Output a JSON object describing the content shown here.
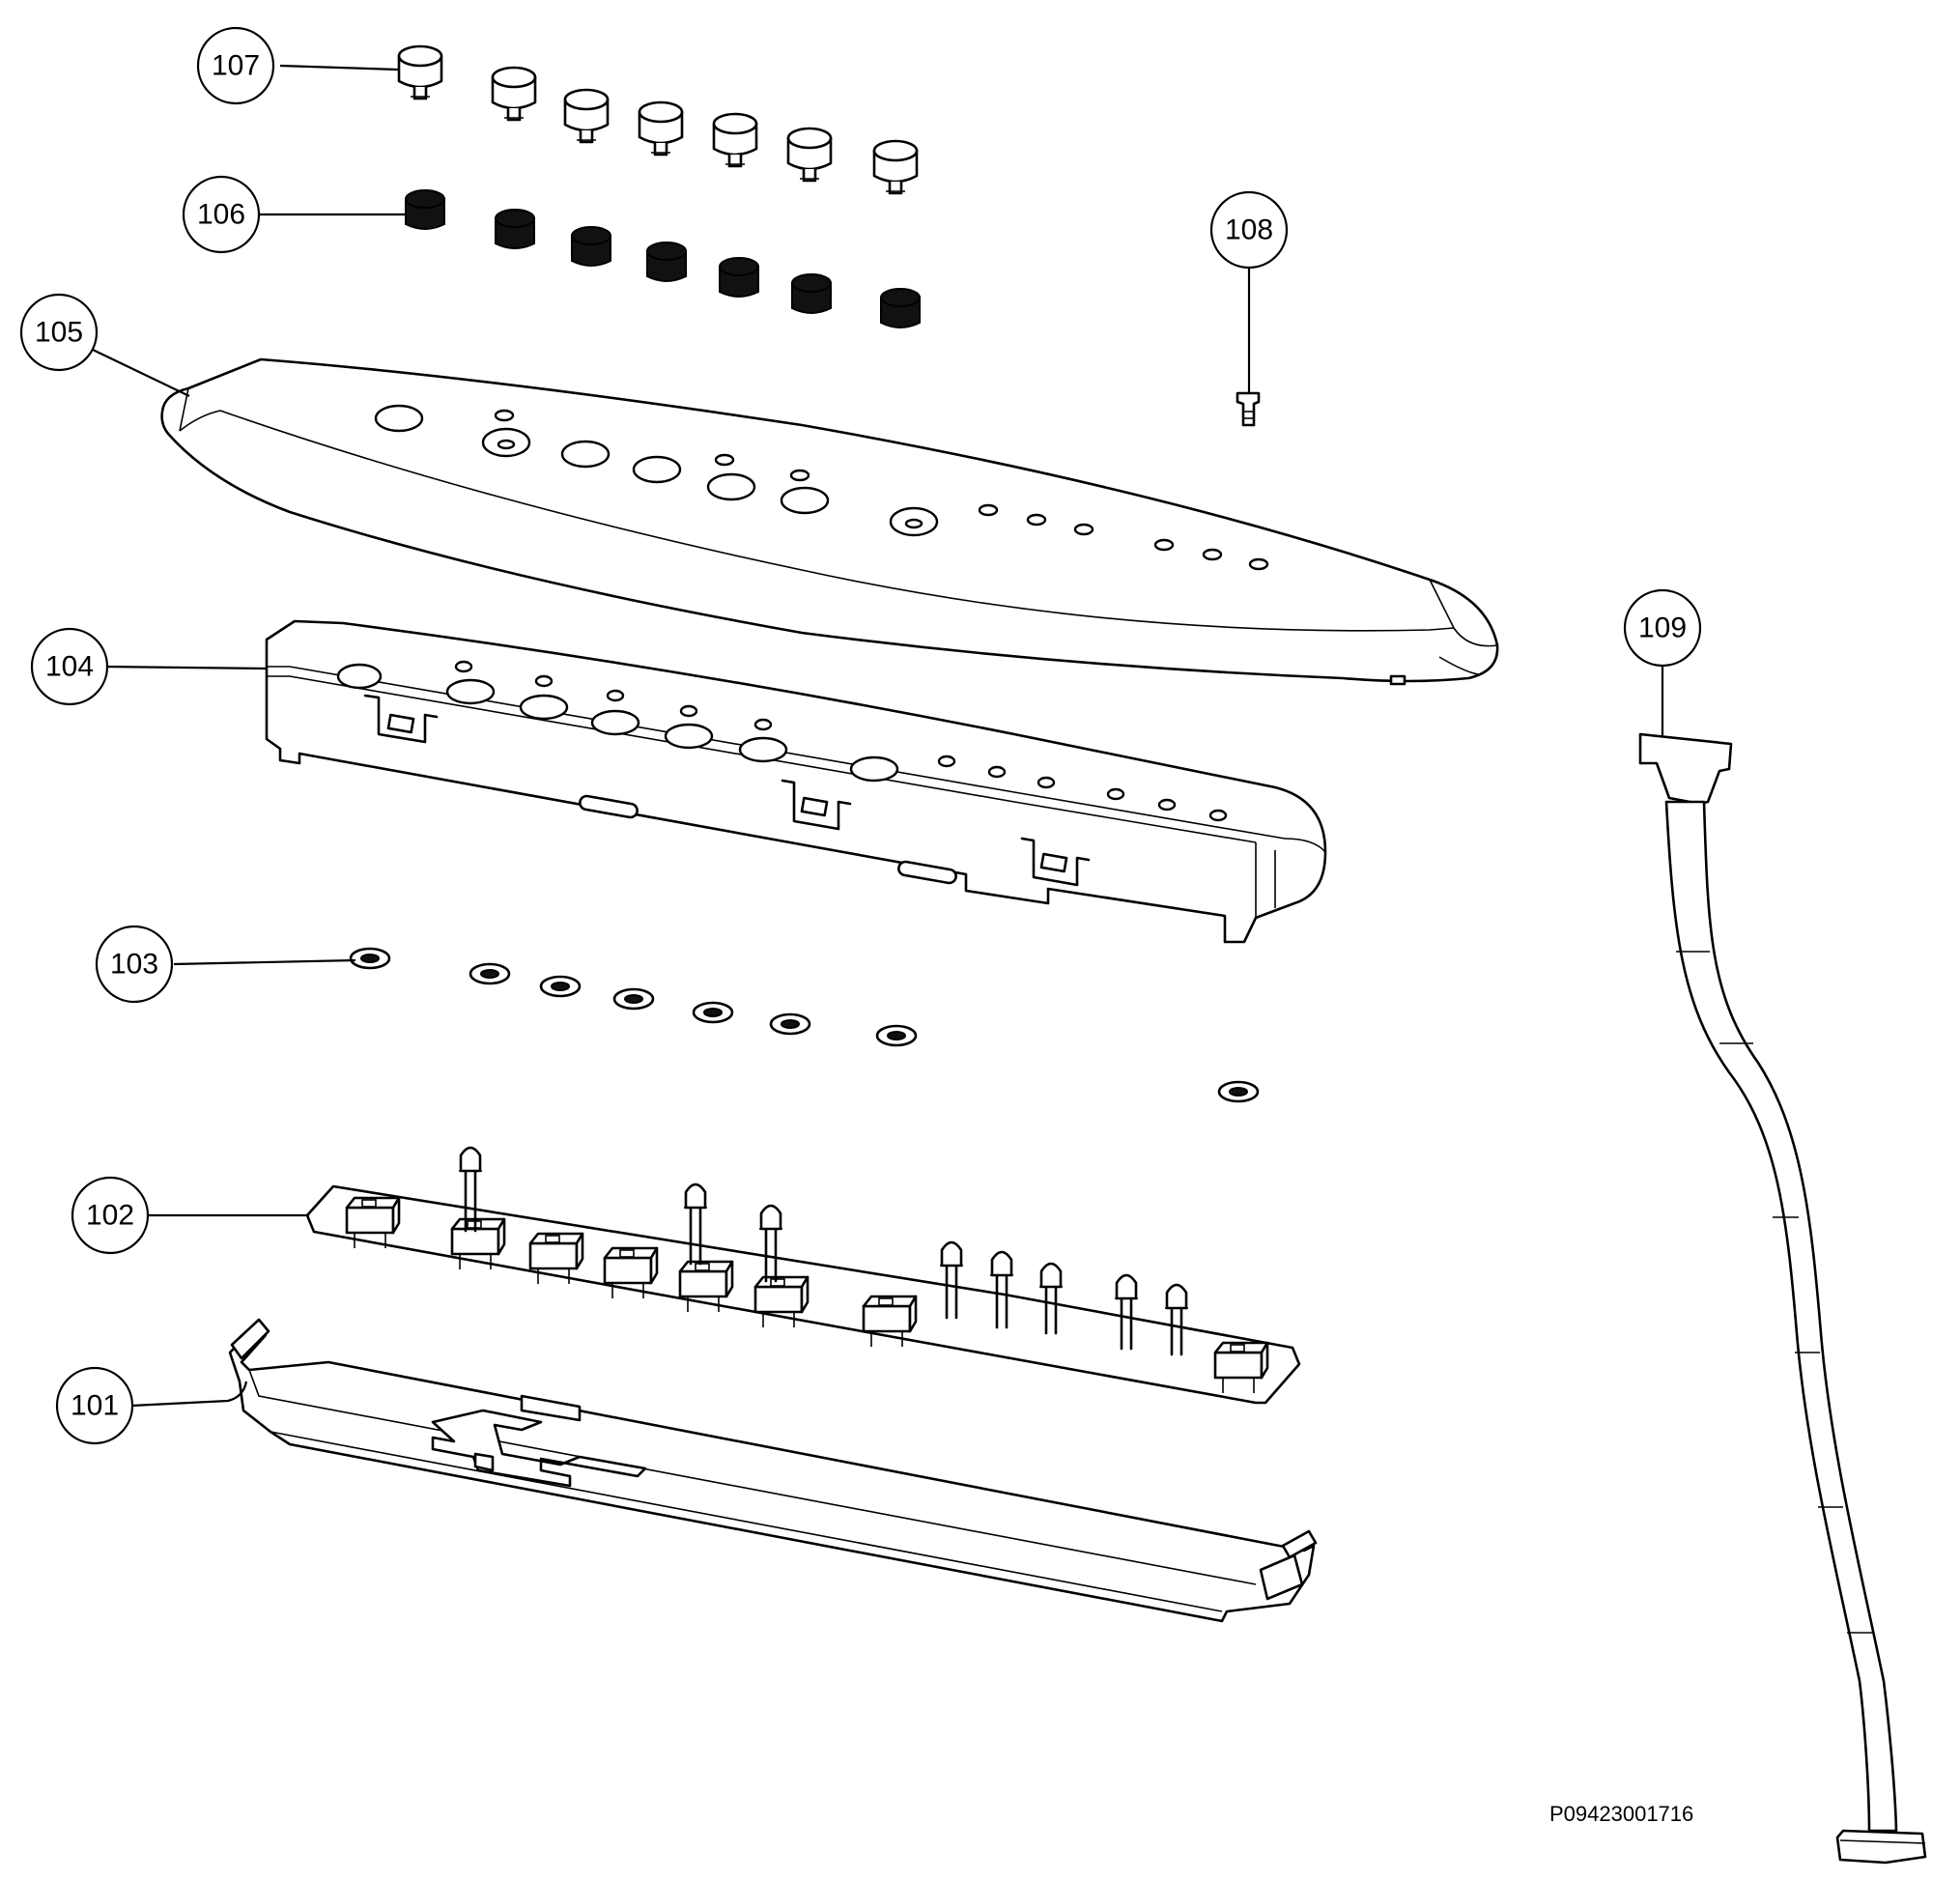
{
  "callouts": {
    "c101": "101",
    "c102": "102",
    "c103": "103",
    "c104": "104",
    "c105": "105",
    "c106": "106",
    "c107": "107",
    "c108": "108",
    "c109": "109"
  },
  "drawing_code": "P09423001716"
}
